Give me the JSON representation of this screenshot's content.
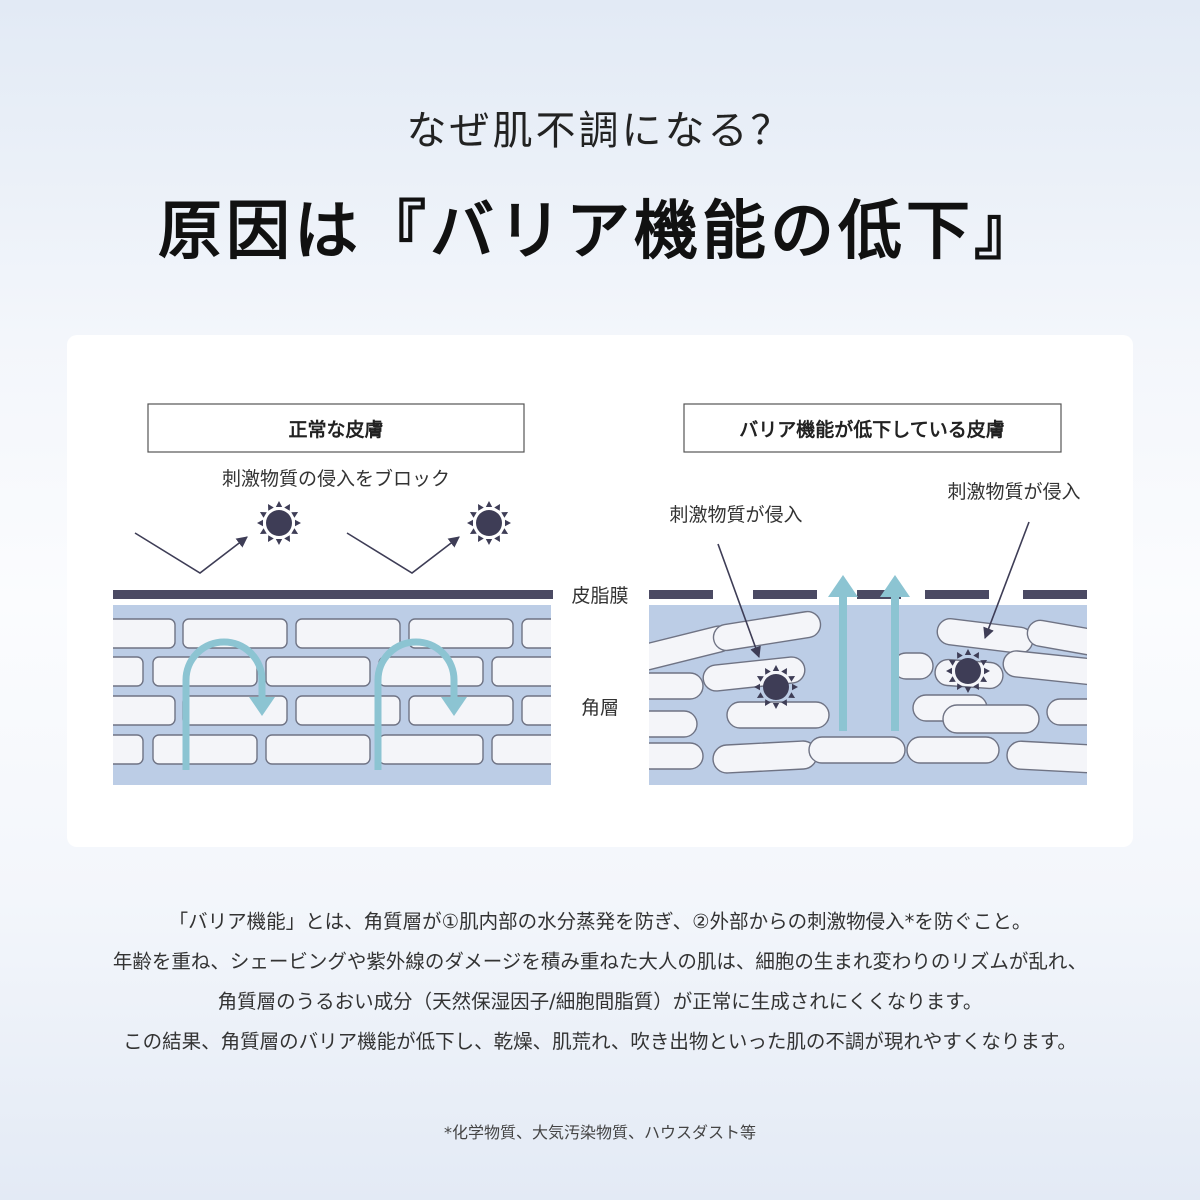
{
  "heading": {
    "subtitle": "なぜ肌不調になる？",
    "title": "原因は『バリア機能の低下』"
  },
  "diagram": {
    "normal": {
      "label": "正常な皮膚",
      "caption": "刺激物質の侵入をブロック"
    },
    "damaged": {
      "label": "バリア機能が低下している皮膚",
      "irritant_left": "刺激物質が侵入",
      "irritant_right": "刺激物質が侵入"
    },
    "layers": {
      "sebum": "皮脂膜",
      "stratum_corneum": "角層"
    },
    "colors": {
      "cell_background": "#bccde6",
      "cell_fill": "#f4f5f9",
      "cell_stroke": "#6f7384",
      "membrane": "#4b4a63",
      "arrow": "#8cc4d2",
      "irritant": "#3e3d56"
    }
  },
  "body": {
    "lines": [
      "「バリア機能」とは、角質層が①肌内部の水分蒸発を防ぎ、②外部からの刺激物侵入*を防ぐこと。",
      "年齢を重ね、シェービングや紫外線のダメージを積み重ねた大人の肌は、細胞の生まれ変わりのリズムが乱れ、",
      "角質層のうるおい成分（天然保湿因子/細胞間脂質）が正常に生成されにくくなります。",
      "この結果、角質層のバリア機能が低下し、乾燥、肌荒れ、吹き出物といった肌の不調が現れやすくなります。"
    ]
  },
  "footnote": "*化学物質、大気汚染物質、ハウスダスト等"
}
